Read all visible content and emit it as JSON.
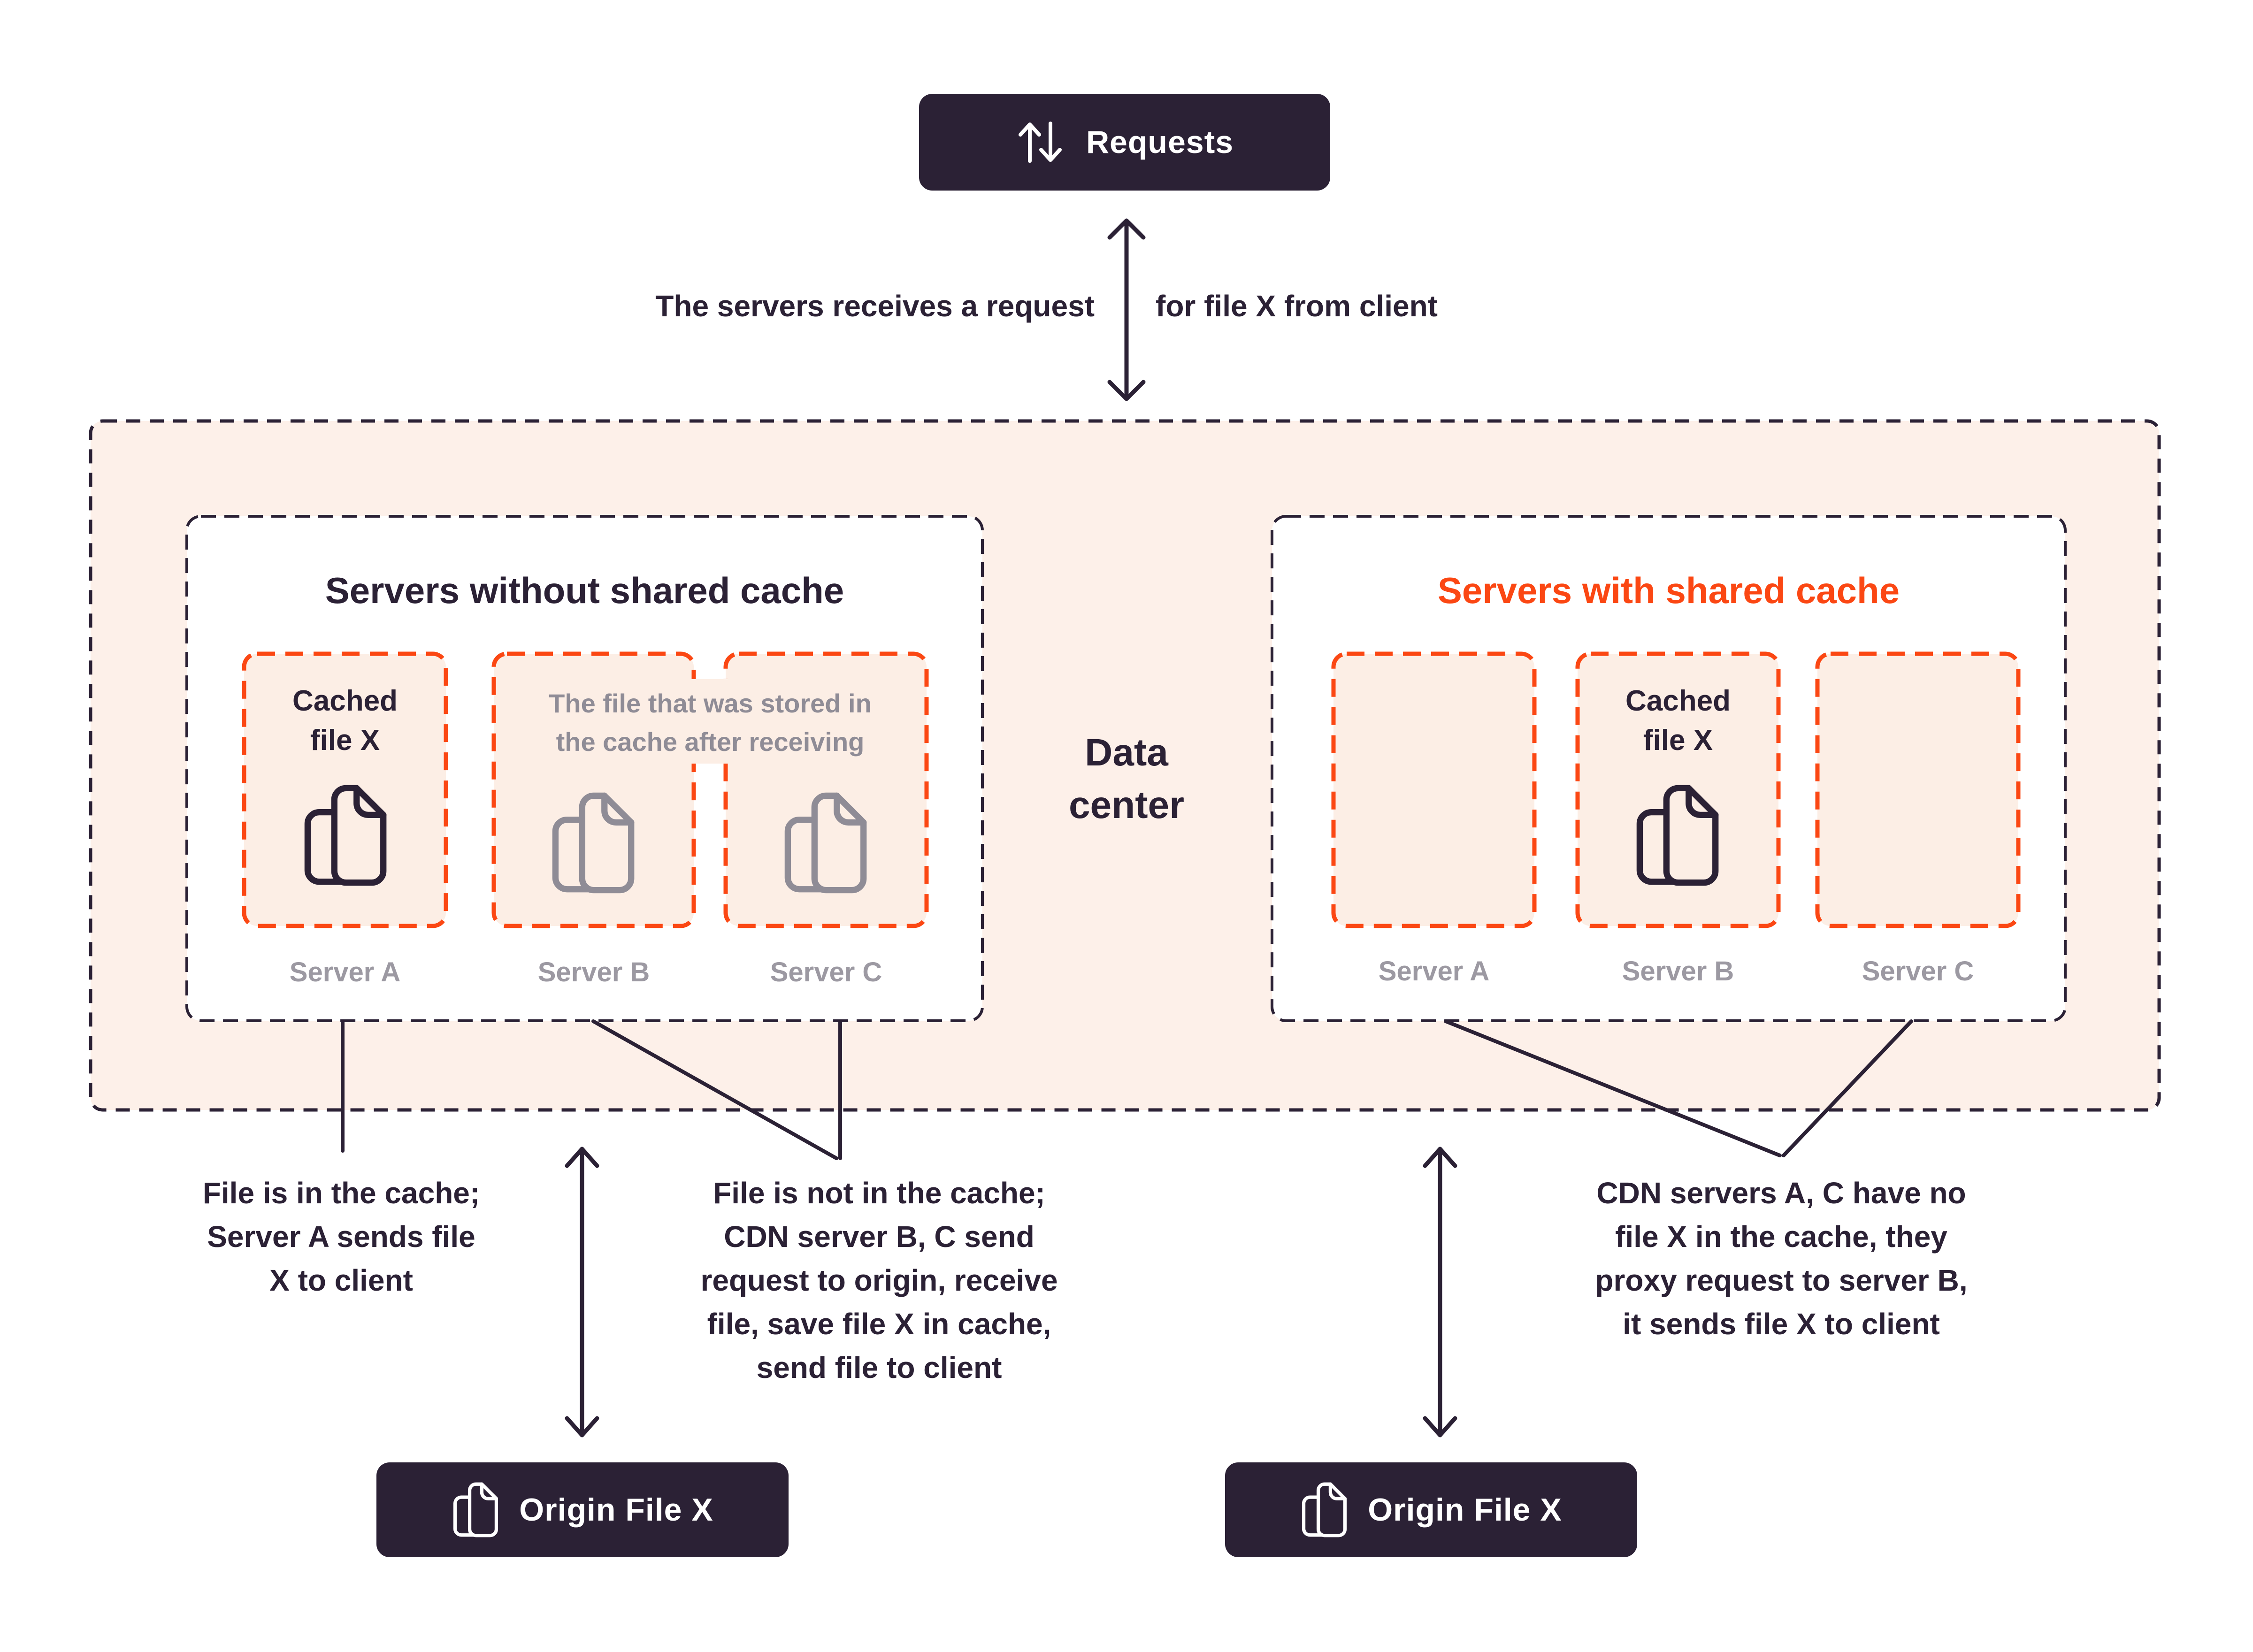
{
  "colors": {
    "dark": "#2b2135",
    "orange": "#fb4713",
    "datacenter_fill": "#fdf0e9",
    "server_box_fill": "#fceee5",
    "gray_text": "#8f8c96",
    "gray_label": "#9c99a2",
    "white": "#ffffff"
  },
  "requests": {
    "label": "Requests"
  },
  "flow_note": {
    "left": "The servers receives a request",
    "right_pre": "for ",
    "right_bold": "file X",
    "right_post": " from client"
  },
  "datacenter": {
    "label": "Data\ncenter"
  },
  "groups": {
    "left": {
      "title": "Servers without shared cache",
      "cached_label": "Cached\nfile X",
      "note": "The file that was stored in\nthe cache after receiving",
      "servers": [
        "Server A",
        "Server B",
        "Server C"
      ]
    },
    "right": {
      "title": "Servers with shared cache",
      "cached_label": "Cached\nfile X",
      "servers": [
        "Server A",
        "Server B",
        "Server C"
      ]
    }
  },
  "annotations": {
    "cache_hit": "File is in the cache;\nServer A sends file\nX to client",
    "cache_miss": "File is not in the cache;\nCDN server B, C send\nrequest to origin, receive\nfile, save file X in cache,\nsend file to client",
    "shared_proxy": "CDN servers A, C have no\nfile X in the cache, they\nproxy request to server B,\nit sends file X to client"
  },
  "origin": {
    "left_label": "Origin File X",
    "right_label": "Origin File X"
  }
}
